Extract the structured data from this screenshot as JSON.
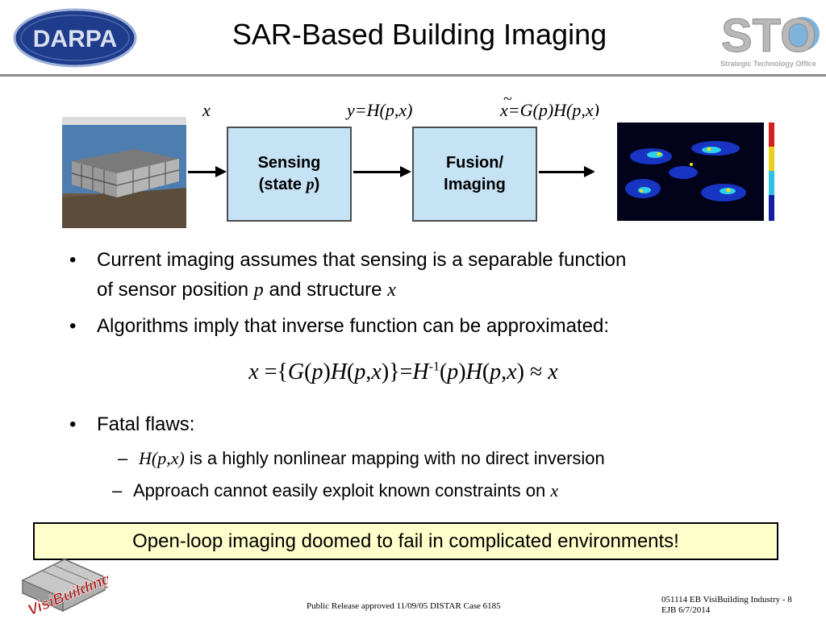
{
  "header": {
    "title": "SAR-Based Building Imaging",
    "darpa_logo_text": "DARPA",
    "sto_logo_text": "STO",
    "sto_caption": "Strategic Technology Office"
  },
  "diagram": {
    "label_x": "x",
    "label_y_equation": "y=H(p,x)",
    "label_xtilde_equation": "x=G(p)H(p,x)",
    "sensing_box": {
      "line1": "Sensing",
      "line2_prefix": "(state ",
      "line2_var": "p",
      "line2_suffix": ")"
    },
    "fusion_box": {
      "line1": "Fusion/",
      "line2": "Imaging"
    }
  },
  "bullets": [
    {
      "text_a": "Current imaging assumes that sensing is a separable function",
      "text_b": "of sensor position ",
      "var_p": "p",
      "text_c": " and structure ",
      "var_x": "x"
    },
    {
      "text": "Algorithms imply that inverse function can be approximated:"
    },
    {
      "text": "Fatal flaws:"
    }
  ],
  "formula": "x ={G(p)H(p,x)}=H-1(p)H(p,x) ≈ x",
  "sub_bullets": [
    {
      "var": "H(p,x)",
      "text": " is a highly nonlinear mapping with no direct inversion"
    },
    {
      "text": "Approach cannot easily exploit known constraints on ",
      "var": "x"
    }
  ],
  "callout": "Open-loop imaging doomed to fail in complicated environments!",
  "footer": {
    "release": "Public Release approved 11/09/05 DISTAR Case 6185",
    "slide_ref": "051114 EB VisiBuilding Industry - 8",
    "author_date": "EJB 6/7/2014",
    "visibuilding_logo_text": "VisiBuilding"
  },
  "colors": {
    "box_fill": "#c6e2f5",
    "callout_fill": "#ffffcc",
    "darpa_blue": "#1f3c8c",
    "rule_gray": "#8c8c8c"
  }
}
